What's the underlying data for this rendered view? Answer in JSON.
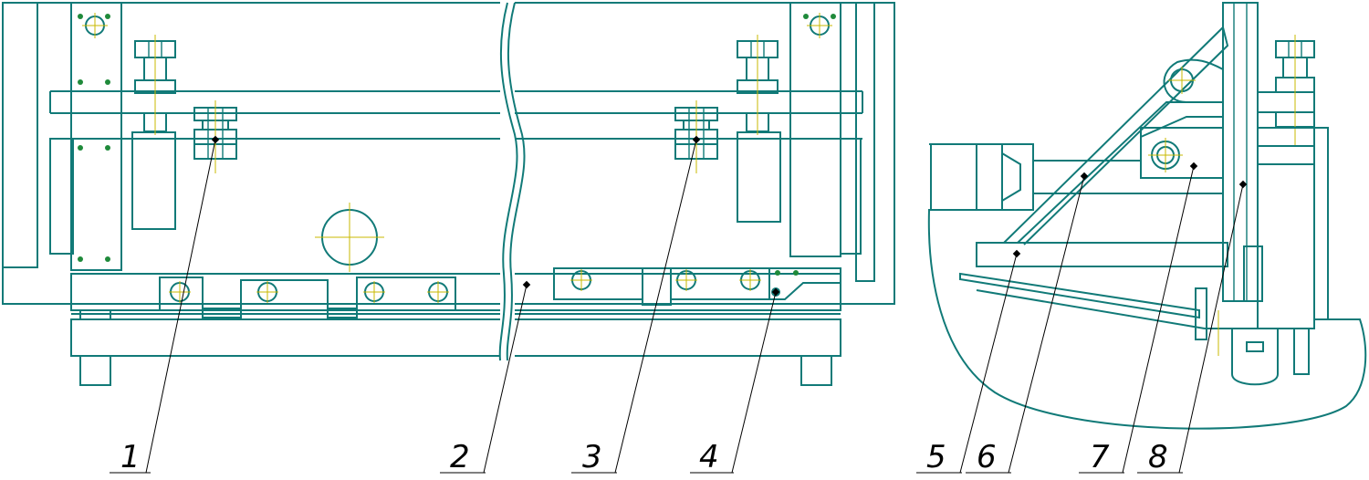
{
  "drawing": {
    "line_color": "#117a78",
    "centerline_color": "#c9b800",
    "leader_color": "#000000",
    "callouts": [
      "1",
      "2",
      "3",
      "4",
      "5",
      "6",
      "7",
      "8"
    ]
  }
}
